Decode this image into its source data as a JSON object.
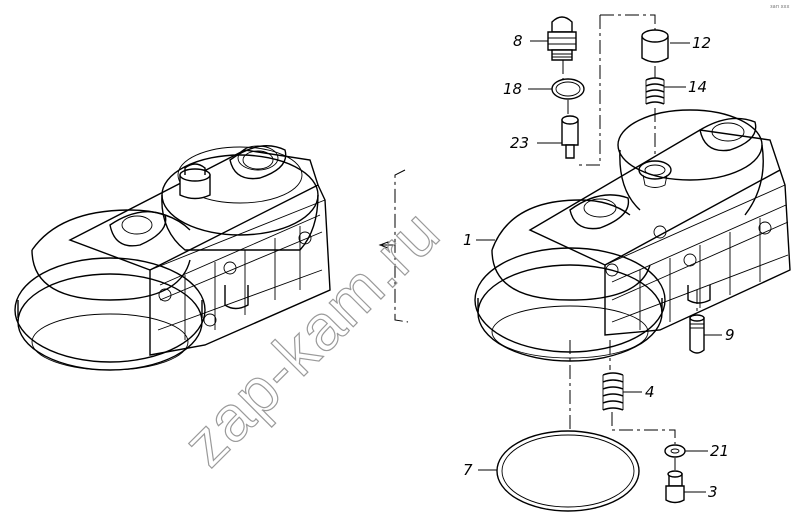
{
  "watermark": "zap-kam.ru",
  "corner_code": "зап ххх",
  "callouts": [
    {
      "id": "c8",
      "label": "8"
    },
    {
      "id": "c12",
      "label": "12"
    },
    {
      "id": "c18",
      "label": "18"
    },
    {
      "id": "c14",
      "label": "14"
    },
    {
      "id": "c23",
      "label": "23"
    },
    {
      "id": "c1",
      "label": "1"
    },
    {
      "id": "c9",
      "label": "9"
    },
    {
      "id": "c4",
      "label": "4"
    },
    {
      "id": "c21",
      "label": "21"
    },
    {
      "id": "c7",
      "label": "7"
    },
    {
      "id": "c3",
      "label": "3"
    }
  ]
}
